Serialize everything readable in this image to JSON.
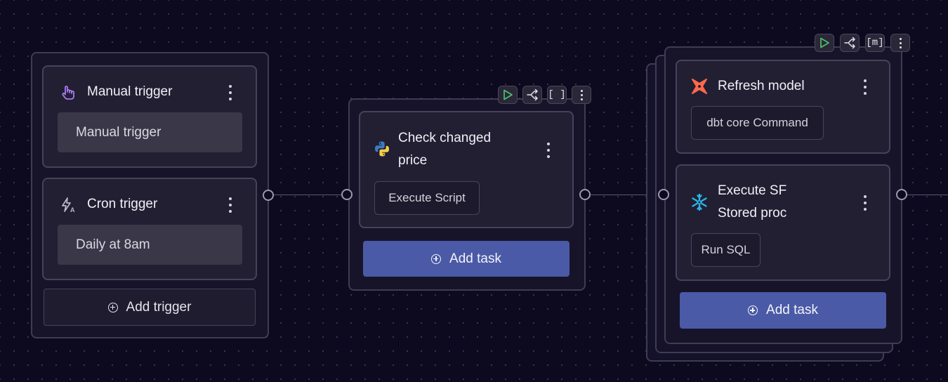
{
  "triggers": {
    "items": [
      {
        "title": "Manual trigger",
        "detail": "Manual trigger",
        "icon": "hand-pointer-icon"
      },
      {
        "title": "Cron trigger",
        "detail": "Daily at 8am",
        "icon": "cron-bolt-icon"
      }
    ],
    "add_label": "Add trigger"
  },
  "task_group_1": {
    "toolbar": {
      "run": "play-icon",
      "branch": "branch-icon",
      "bracket": "[ ]"
    },
    "task": {
      "title_line1": "Check changed",
      "title_line2": "price",
      "chip": "Execute Script",
      "icon": "python-icon"
    },
    "add_label": "Add task"
  },
  "task_group_2": {
    "toolbar": {
      "run": "play-icon",
      "branch": "branch-icon",
      "bracket": "[m]"
    },
    "tasks": [
      {
        "title_line1": "Refresh model",
        "title_line2": "",
        "chip": "dbt core Command",
        "icon": "dbt-icon"
      },
      {
        "title_line1": "Execute SF",
        "title_line2": "Stored proc",
        "chip": "Run SQL",
        "icon": "snowflake-icon"
      }
    ],
    "add_label": "Add task"
  },
  "colors": {
    "accent": "#4a5aa6",
    "play": "#4fbf6a",
    "trigger_icon": "#a77cf0",
    "dbt": "#ff694a",
    "snowflake": "#29b5e8"
  }
}
